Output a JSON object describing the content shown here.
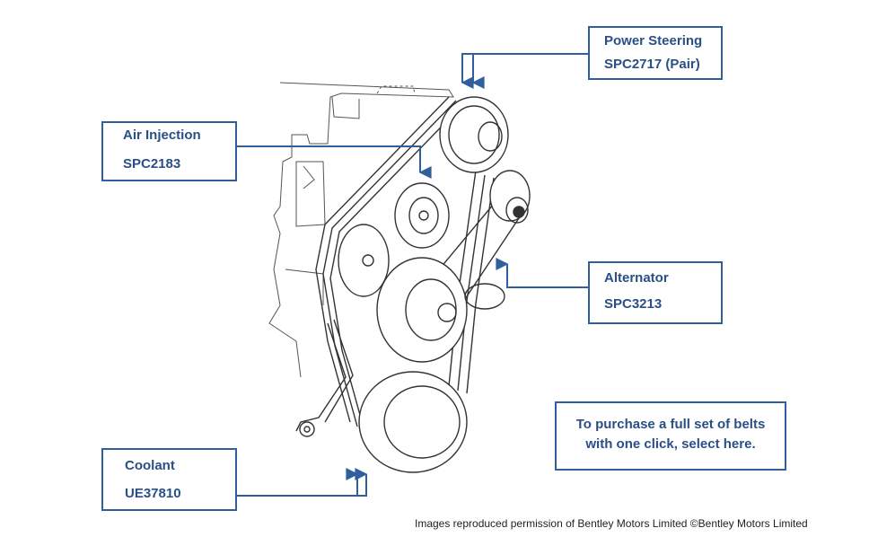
{
  "callouts": {
    "power_steering": {
      "name": "Power Steering",
      "part": "SPC2717 (Pair)"
    },
    "air_injection": {
      "name": "Air Injection",
      "part": "SPC2183"
    },
    "alternator": {
      "name": "Alternator",
      "part": "SPC3213"
    },
    "coolant": {
      "name": "Coolant",
      "part": "UE37810"
    }
  },
  "purchase": {
    "line1": "To purchase a full set of belts",
    "line2": "with one click, select here."
  },
  "credit": "Images reproduced permission of Bentley Motors Limited ©Bentley Motors Limited",
  "colors": {
    "accent": "#2f5f9c",
    "text": "#2a4f86",
    "drawing": "#333333"
  }
}
